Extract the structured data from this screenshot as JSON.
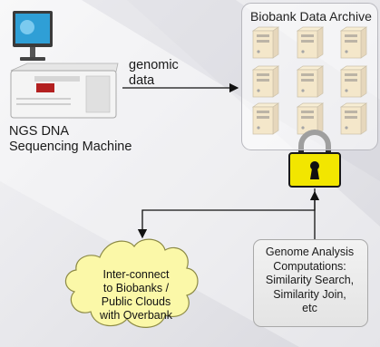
{
  "machine": {
    "caption_line1": "NGS DNA",
    "caption_line2": "Sequencing Machine"
  },
  "flow": {
    "label_line1": "genomic",
    "label_line2": "data"
  },
  "archive": {
    "title": "Biobank Data Archive",
    "server_count": 9
  },
  "analysis": {
    "lines": [
      "Genome Analysis",
      "Computations:",
      "Similarity Search,",
      "Similarity Join,",
      "etc"
    ]
  },
  "cloud": {
    "lines": [
      "Inter-connect",
      "to Biobanks /",
      "Public Clouds",
      "with Overbank"
    ]
  },
  "colors": {
    "lock_body": "#f2e600",
    "cloud_fill": "#fbf8a8",
    "monitor_screen": "#2f9fd6"
  }
}
